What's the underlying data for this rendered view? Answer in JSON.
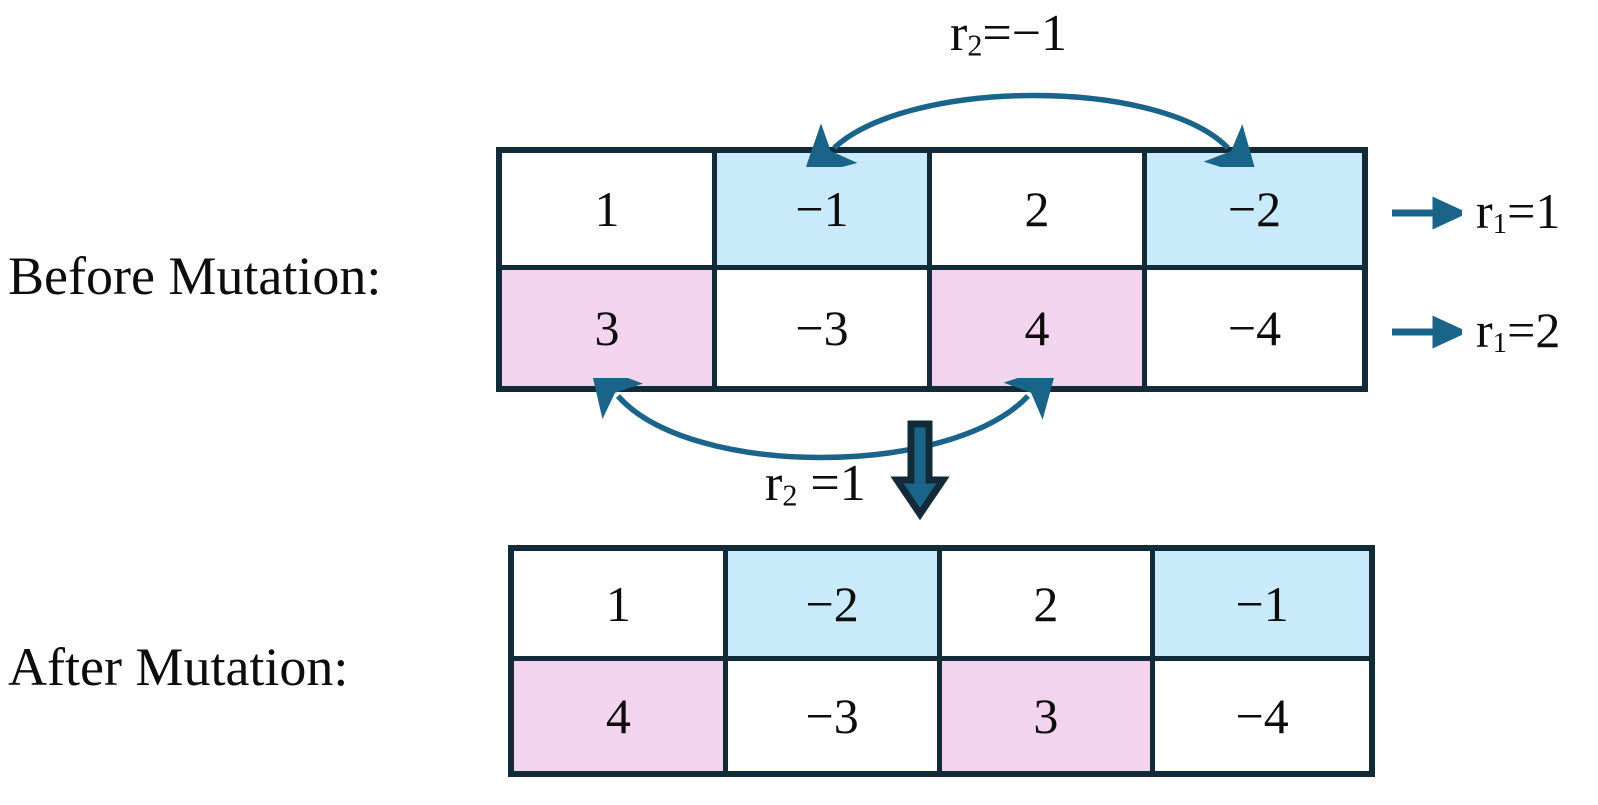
{
  "figure": {
    "title_absent": true,
    "colors": {
      "border": "#132a38",
      "highlight_blue": "#c8eafb",
      "highlight_pink": "#f2d4ee",
      "arrow_teal": "#1b6489",
      "text": "#0d0d0d"
    }
  },
  "captions": {
    "before": "Before Mutation:",
    "after": "After Mutation:"
  },
  "before_table": {
    "rows": [
      {
        "cells": [
          {
            "value": "1",
            "fill": "white"
          },
          {
            "value": "−1",
            "fill": "blue"
          },
          {
            "value": "2",
            "fill": "white"
          },
          {
            "value": "−2",
            "fill": "blue"
          }
        ]
      },
      {
        "cells": [
          {
            "value": "3",
            "fill": "pink"
          },
          {
            "value": "−3",
            "fill": "white"
          },
          {
            "value": "4",
            "fill": "pink"
          },
          {
            "value": "−4",
            "fill": "white"
          }
        ]
      }
    ]
  },
  "after_table": {
    "rows": [
      {
        "cells": [
          {
            "value": "1",
            "fill": "white"
          },
          {
            "value": "−2",
            "fill": "blue"
          },
          {
            "value": "2",
            "fill": "white"
          },
          {
            "value": "−1",
            "fill": "blue"
          }
        ]
      },
      {
        "cells": [
          {
            "value": "4",
            "fill": "pink"
          },
          {
            "value": "−3",
            "fill": "white"
          },
          {
            "value": "3",
            "fill": "pink"
          },
          {
            "value": "−4",
            "fill": "white"
          }
        ]
      }
    ]
  },
  "side_notes": [
    {
      "icon": "arrow-right-icon",
      "label_main": "r",
      "label_sub": "1",
      "label_tail": "=1"
    },
    {
      "icon": "arrow-right-icon",
      "label_main": "r",
      "label_sub": "1",
      "label_tail": "=2"
    }
  ],
  "curve_labels": {
    "top": {
      "main": "r",
      "sub": "2",
      "tail": "=−1"
    },
    "bottom": {
      "main": "r",
      "sub": "2",
      "tail": " =1"
    }
  },
  "icons": {
    "down_block_arrow": "down-arrow-icon",
    "top_swap_curve": "double-headed-curved-arrow-icon",
    "bottom_swap_curve": "double-headed-curved-arrow-icon"
  }
}
